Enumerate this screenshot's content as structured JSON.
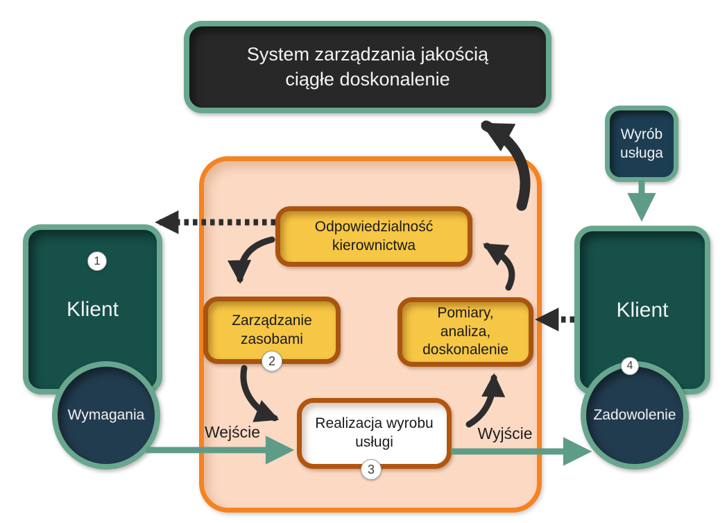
{
  "title_box": {
    "line1": "System zarządzania jakością",
    "line2": "ciągłe doskonalenie"
  },
  "product_box": {
    "line1": "Wyrób",
    "line2": "usługa"
  },
  "client_left": {
    "label": "Klient",
    "badge": "1"
  },
  "requirements_circle": {
    "label": "Wymagania"
  },
  "client_right": {
    "label": "Klient",
    "badge": "4"
  },
  "satisfaction_circle": {
    "label": "Zadowolenie"
  },
  "process_panel": {
    "management_box": {
      "line1": "Odpowiedzialność",
      "line2": "kierownictwa"
    },
    "resources_box": {
      "line1": "Zarządzanie",
      "line2": "zasobami",
      "badge": "2"
    },
    "measurement_box": {
      "line1": "Pomiary,",
      "line2": "analiza,",
      "line3": "doskonalenie"
    },
    "realization_box": {
      "line1": "Realizacja wyrobu",
      "line2": "usługi",
      "badge": "3"
    }
  },
  "flow_labels": {
    "input": "Wejście",
    "output": "Wyjście"
  },
  "colors": {
    "background": "#FFFFFF",
    "dark_box_fill": "#282828",
    "teal_border": "#68A78E",
    "dark_teal_fill": "#165049",
    "navy_fill": "#223C4F",
    "panel_fill": "#FBD9C3",
    "panel_border": "#F58321",
    "yellow_fill": "#F6C645",
    "yellow_border": "#A9540F",
    "white_box_fill": "#FFFFFF",
    "teal_arrow": "#5E9C88",
    "black_arrow": "#2D2D2D"
  }
}
